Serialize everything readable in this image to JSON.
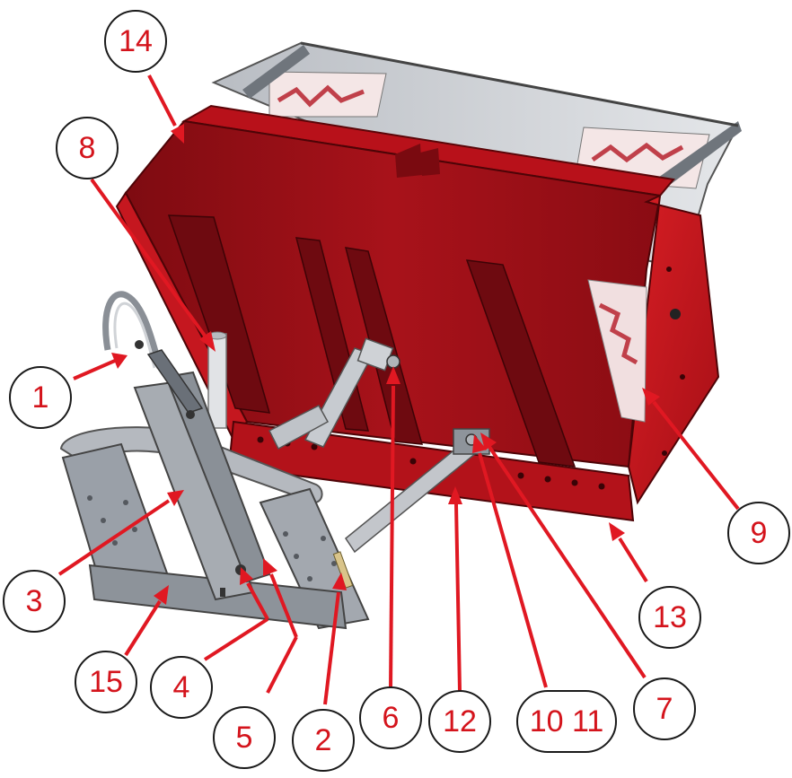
{
  "colors": {
    "body_red": "#c8141e",
    "body_red_dark": "#8e0d14",
    "body_red_light": "#e02a2a",
    "grey_metal": "#9aa0a8",
    "grey_light": "#c9ccd1",
    "grey_dark": "#5d636b",
    "callout_text": "#d4141c",
    "leader_red": "#e01822"
  },
  "callouts": [
    {
      "id": "1",
      "label": "1"
    },
    {
      "id": "2",
      "label": "2"
    },
    {
      "id": "3",
      "label": "3"
    },
    {
      "id": "4",
      "label": "4"
    },
    {
      "id": "5",
      "label": "5"
    },
    {
      "id": "6",
      "label": "6"
    },
    {
      "id": "7",
      "label": "7"
    },
    {
      "id": "8",
      "label": "8"
    },
    {
      "id": "9",
      "label": "9"
    },
    {
      "id": "10-11",
      "label": "10 11"
    },
    {
      "id": "12",
      "label": "12"
    },
    {
      "id": "13",
      "label": "13"
    },
    {
      "id": "14",
      "label": "14"
    },
    {
      "id": "15",
      "label": "15"
    }
  ]
}
